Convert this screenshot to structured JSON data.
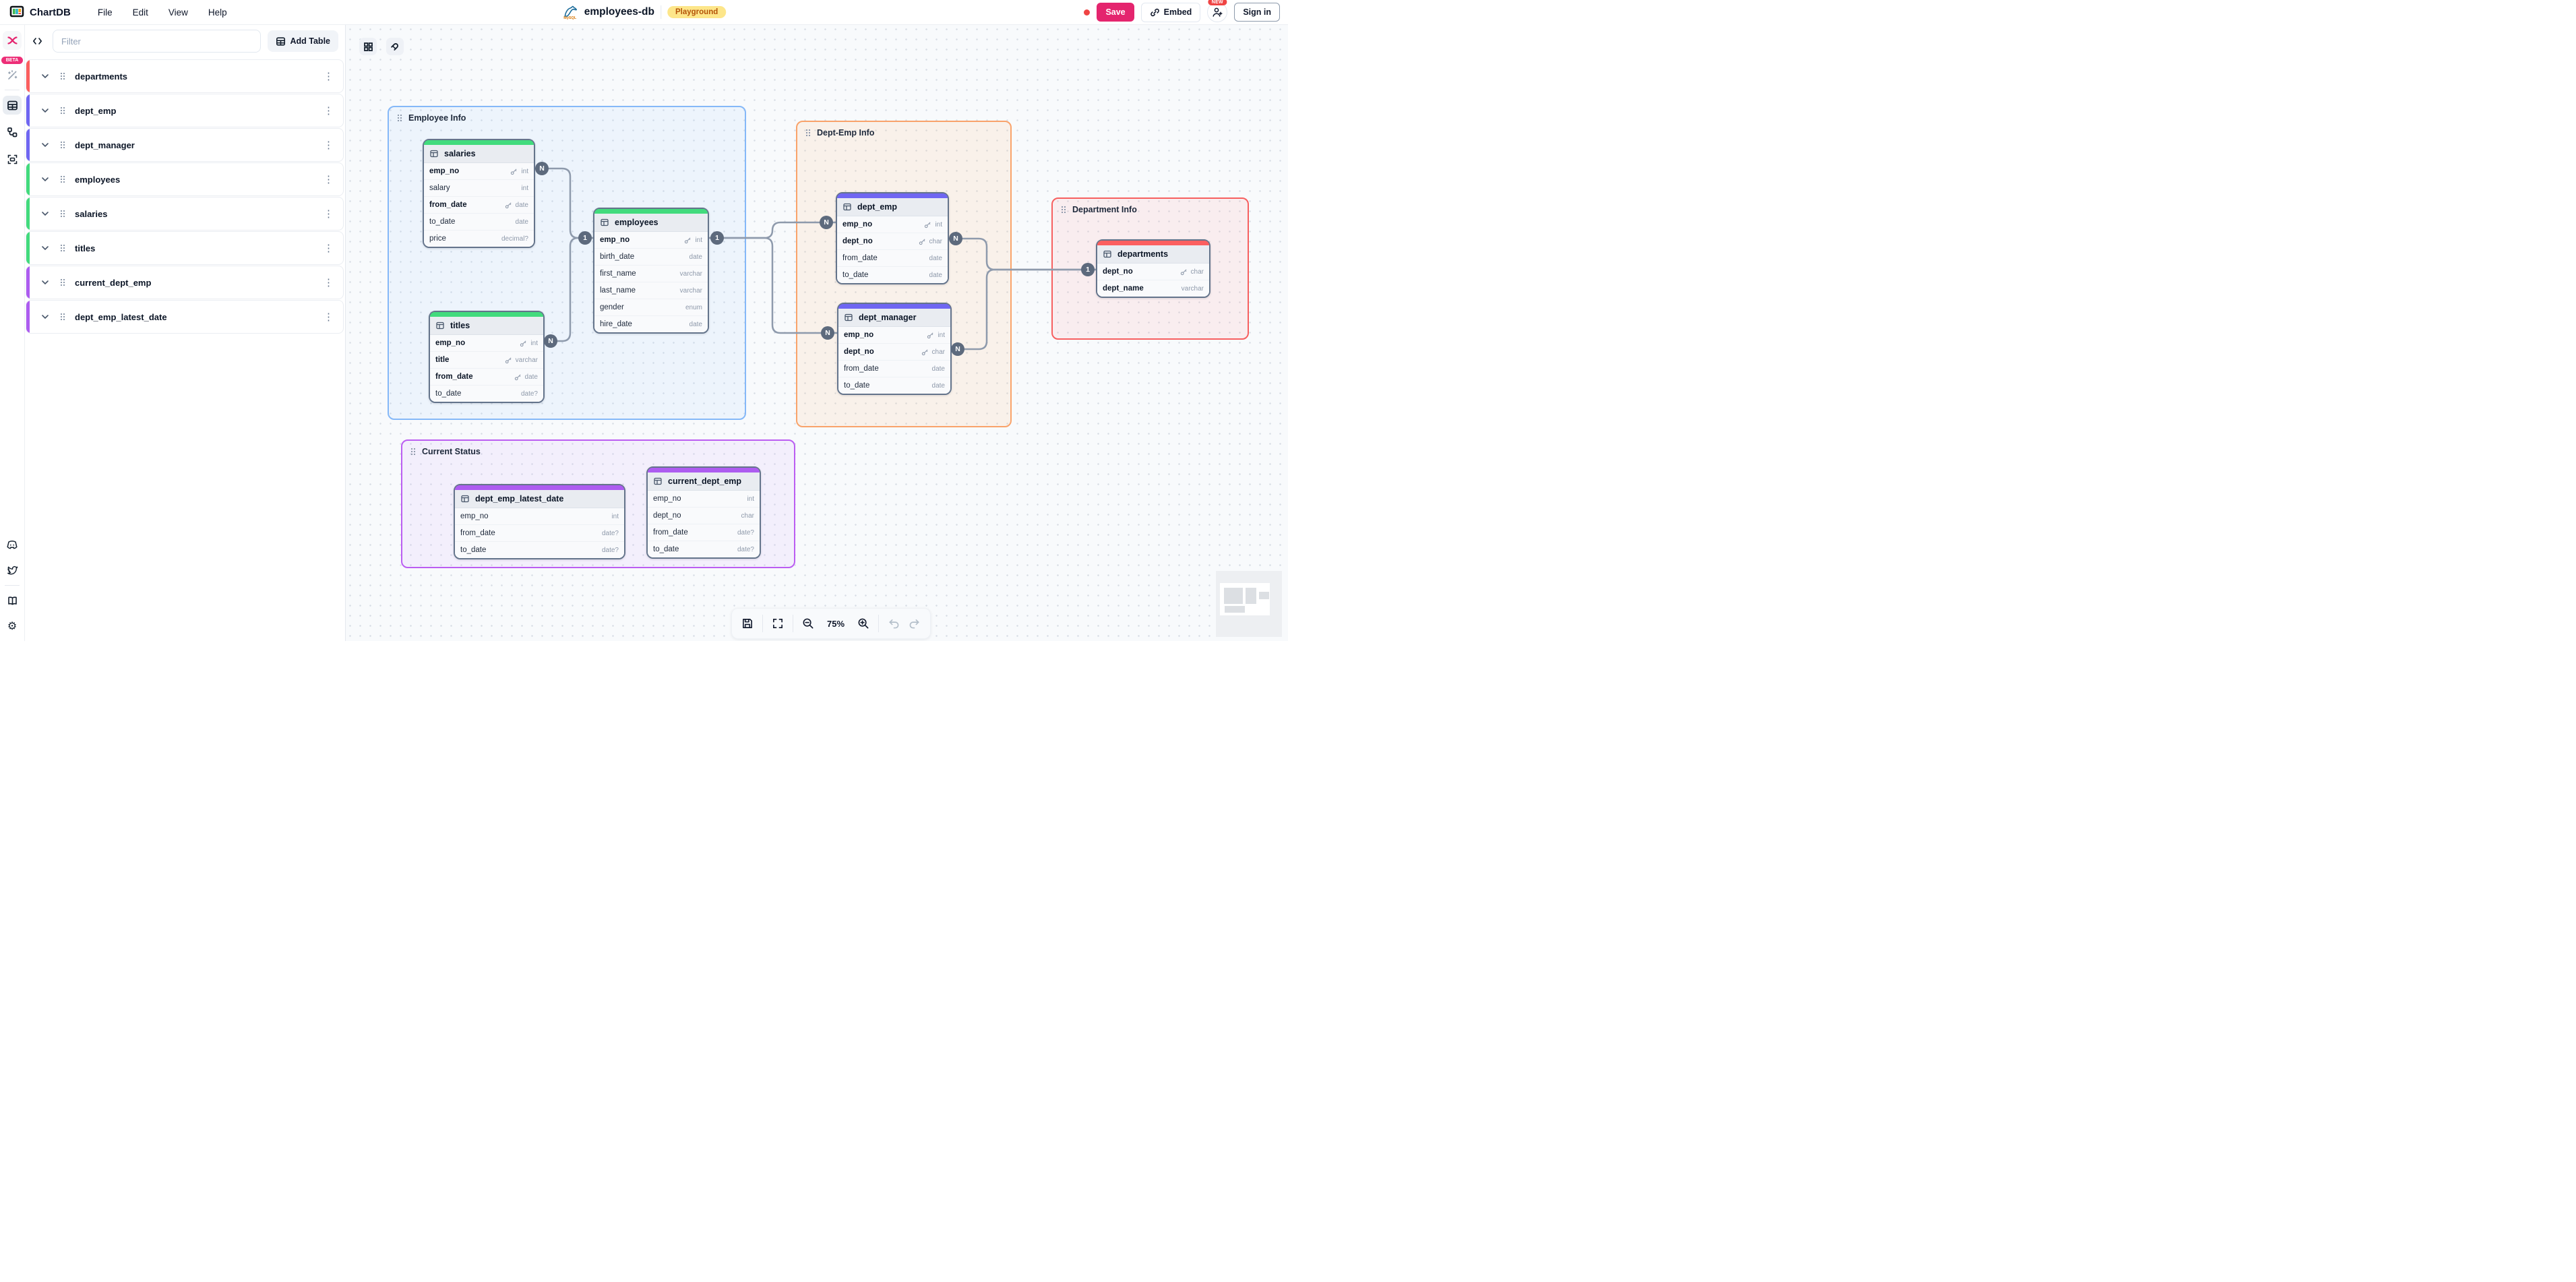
{
  "header": {
    "app_name": "ChartDB",
    "menus": [
      "File",
      "Edit",
      "View",
      "Help"
    ],
    "database": {
      "engine": "MySQL",
      "name": "employees-db",
      "badge": "Playground"
    },
    "actions": {
      "save": "Save",
      "embed": "Embed",
      "sign_in": "Sign in",
      "new_badge": "NEW"
    },
    "colors": {
      "save_bg": "#e4256e",
      "badge_bg": "#fde68a",
      "badge_text": "#b45309",
      "unsaved_dot": "#ef4444",
      "beta_bg": "#ed2e77"
    }
  },
  "sidebar": {
    "beta": "BETA",
    "filter_placeholder": "Filter",
    "add_table": "Add Table",
    "tables": [
      {
        "name": "departments",
        "accent": "#fb5f5f"
      },
      {
        "name": "dept_emp",
        "accent": "#6f66f2"
      },
      {
        "name": "dept_manager",
        "accent": "#6f66f2"
      },
      {
        "name": "employees",
        "accent": "#42db7d"
      },
      {
        "name": "salaries",
        "accent": "#42db7d"
      },
      {
        "name": "titles",
        "accent": "#42db7d"
      },
      {
        "name": "current_dept_emp",
        "accent": "#ad5cf0"
      },
      {
        "name": "dept_emp_latest_date",
        "accent": "#ad5cf0"
      }
    ]
  },
  "canvas": {
    "groups": [
      {
        "name": "Employee Info",
        "border": "#85b8f8",
        "bg": "rgba(147,197,253,0.10)"
      },
      {
        "name": "Dept-Emp Info",
        "border": "#f9a36b",
        "bg": "rgba(253,186,116,0.13)"
      },
      {
        "name": "Department Info",
        "border": "#f75f5f",
        "bg": "rgba(252,165,165,0.14)"
      },
      {
        "name": "Current Status",
        "border": "#bb5ef2",
        "bg": "rgba(216,180,254,0.14)"
      }
    ],
    "tables": [
      {
        "name": "salaries",
        "accent": "#42db7d",
        "fields": [
          {
            "name": "emp_no",
            "type": "int",
            "key": true
          },
          {
            "name": "salary",
            "type": "int"
          },
          {
            "name": "from_date",
            "type": "date",
            "key": true
          },
          {
            "name": "to_date",
            "type": "date"
          },
          {
            "name": "price",
            "type": "decimal?"
          }
        ]
      },
      {
        "name": "titles",
        "accent": "#42db7d",
        "fields": [
          {
            "name": "emp_no",
            "type": "int",
            "key": true
          },
          {
            "name": "title",
            "type": "varchar",
            "key": true
          },
          {
            "name": "from_date",
            "type": "date",
            "key": true
          },
          {
            "name": "to_date",
            "type": "date?"
          }
        ]
      },
      {
        "name": "employees",
        "accent": "#42db7d",
        "fields": [
          {
            "name": "emp_no",
            "type": "int",
            "key": true
          },
          {
            "name": "birth_date",
            "type": "date"
          },
          {
            "name": "first_name",
            "type": "varchar"
          },
          {
            "name": "last_name",
            "type": "varchar"
          },
          {
            "name": "gender",
            "type": "enum"
          },
          {
            "name": "hire_date",
            "type": "date"
          }
        ]
      },
      {
        "name": "dept_emp",
        "accent": "#6f66f2",
        "fields": [
          {
            "name": "emp_no",
            "type": "int",
            "key": true
          },
          {
            "name": "dept_no",
            "type": "char",
            "key": true
          },
          {
            "name": "from_date",
            "type": "date"
          },
          {
            "name": "to_date",
            "type": "date"
          }
        ]
      },
      {
        "name": "dept_manager",
        "accent": "#6f66f2",
        "fields": [
          {
            "name": "emp_no",
            "type": "int",
            "key": true
          },
          {
            "name": "dept_no",
            "type": "char",
            "key": true
          },
          {
            "name": "from_date",
            "type": "date"
          },
          {
            "name": "to_date",
            "type": "date"
          }
        ]
      },
      {
        "name": "departments",
        "accent": "#fb5f5f",
        "fields": [
          {
            "name": "dept_no",
            "type": "char",
            "key": true
          },
          {
            "name": "dept_name",
            "type": "varchar",
            "bold": true
          }
        ]
      },
      {
        "name": "dept_emp_latest_date",
        "accent": "#ad5cf0",
        "fields": [
          {
            "name": "emp_no",
            "type": "int"
          },
          {
            "name": "from_date",
            "type": "date?"
          },
          {
            "name": "to_date",
            "type": "date?"
          }
        ]
      },
      {
        "name": "current_dept_emp",
        "accent": "#ad5cf0",
        "fields": [
          {
            "name": "emp_no",
            "type": "int"
          },
          {
            "name": "dept_no",
            "type": "char"
          },
          {
            "name": "from_date",
            "type": "date?"
          },
          {
            "name": "to_date",
            "type": "date?"
          }
        ]
      }
    ],
    "badges": [
      {
        "label": "N",
        "at": "salaries.emp_no"
      },
      {
        "label": "N",
        "at": "titles.emp_no"
      },
      {
        "label": "1",
        "at": "employees.emp_no.left"
      },
      {
        "label": "1",
        "at": "employees.emp_no.right"
      },
      {
        "label": "N",
        "at": "dept_emp.emp_no"
      },
      {
        "label": "N",
        "at": "dept_emp.dept_no"
      },
      {
        "label": "N",
        "at": "dept_manager.emp_no"
      },
      {
        "label": "N",
        "at": "dept_manager.dept_no"
      },
      {
        "label": "1",
        "at": "departments.dept_no"
      }
    ],
    "toolbar": {
      "zoom": "75%"
    }
  },
  "icons": {
    "ellipsis": "⋮",
    "gear": "⚙"
  }
}
